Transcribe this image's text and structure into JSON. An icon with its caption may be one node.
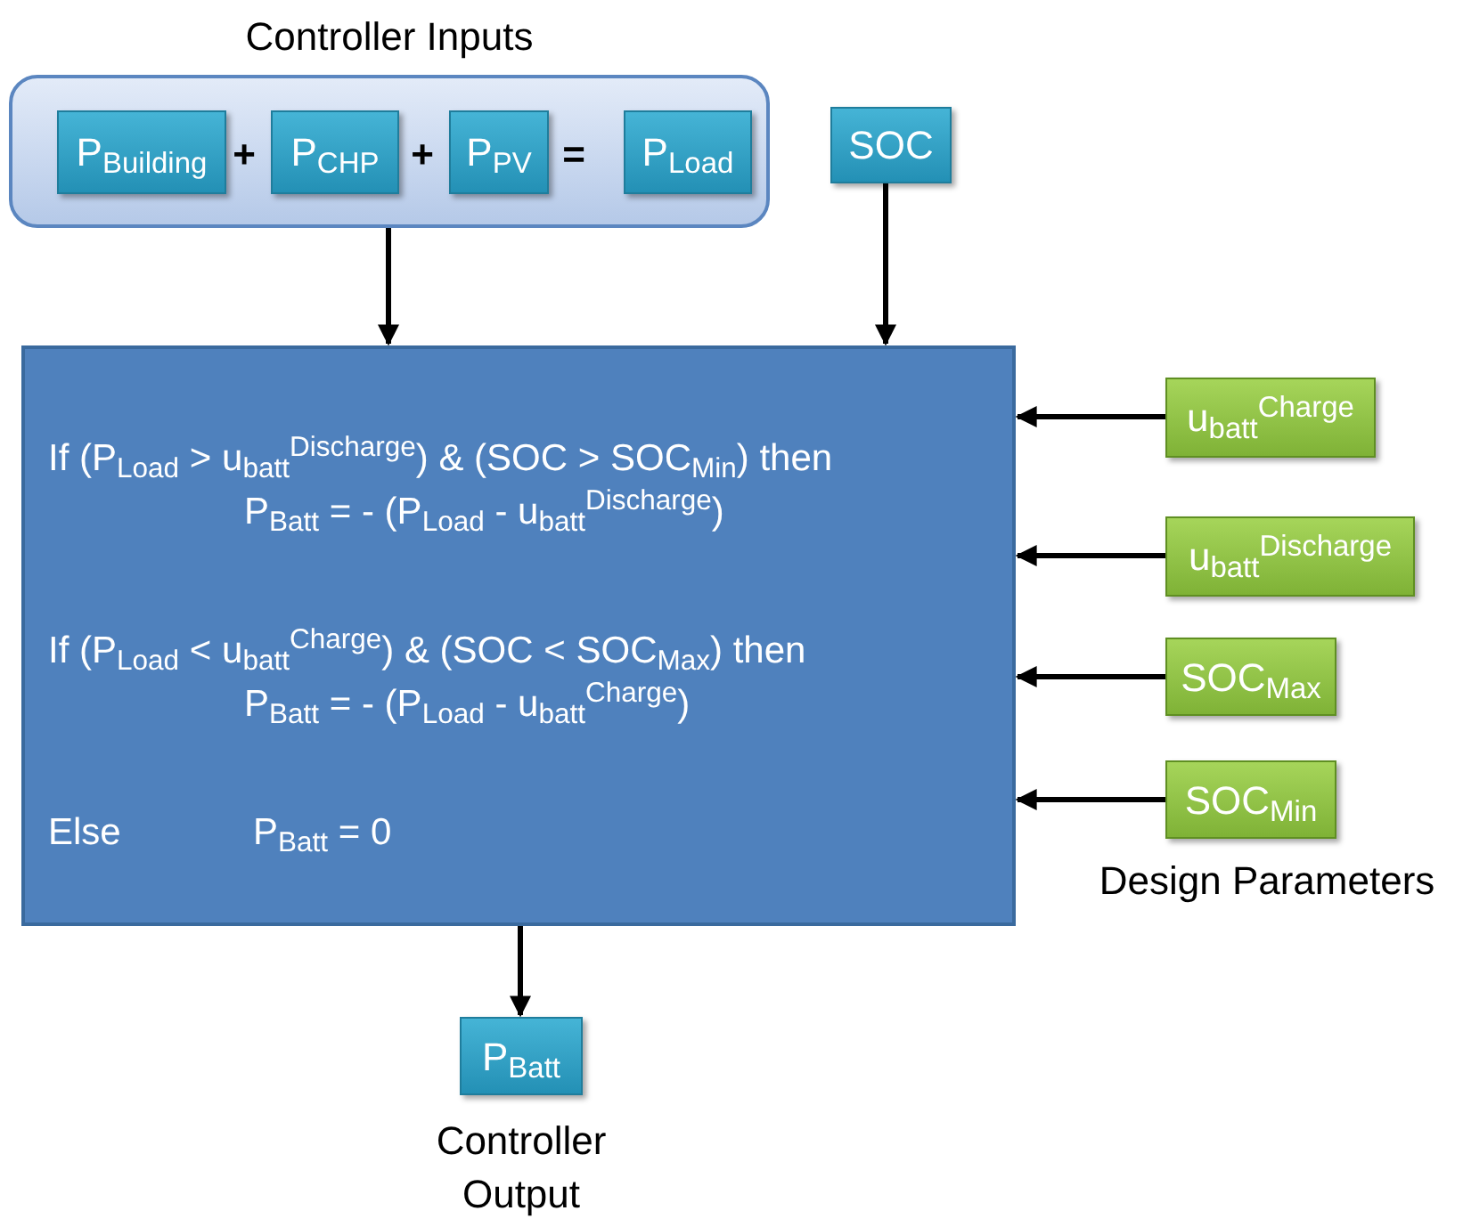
{
  "diagram": {
    "nodes": [
      {
        "text": [
          "Controller Inputs"
        ]
      },
      {
        "text": [
          "P$_{Building}$"
        ],
        "in": 0
      },
      {
        "text": [
          "P$_{CHP}$"
        ],
        "in": 0
      },
      {
        "text": [
          "P$_{PV}$"
        ],
        "in": 0
      },
      {
        "text": [
          "P$_{Load}$"
        ],
        "in": 0
      },
      {
        "text": [
          "SOC"
        ]
      },
      {
        "text": [
          "If (P$_{Load}$ > u$_{batt}$$^{Discharge}$) & (SOC > SOC$_{Min}$) then",
          "P$_{Batt}$ = - (P$_{Load}$ - u$_{batt}$$^{Discharge}$)",
          "If (P$_{Load}$ < u$_{batt}$$^{Charge}$) & (SOC < SOC$_{Max}$) then",
          "P$_{Batt}$ = - (P$_{Load}$ - u$_{batt}$$^{Charge}$)",
          "Else",
          "P$_{Batt}$ = 0"
        ]
      },
      {
        "text": [
          "u$_{batt}$$^{Charge}$"
        ]
      },
      {
        "text": [
          "u$_{batt}$$^{Discharge}$"
        ]
      },
      {
        "text": [
          "SOC$_{Max}$"
        ]
      },
      {
        "text": [
          "SOC$_{Min}$"
        ]
      },
      {
        "text": [
          "P$_{Batt}$"
        ],
        "beside": [
          "Controller Output"
        ]
      }
    ],
    "edges": [
      {
        "from": 0,
        "to": 6,
        "arrow": "to"
      },
      {
        "from": 5,
        "to": 6,
        "arrow": "to"
      },
      {
        "from": 7,
        "to": 6,
        "arrow": "to"
      },
      {
        "from": 8,
        "to": 6,
        "arrow": "to"
      },
      {
        "from": 9,
        "to": 6,
        "arrow": "to"
      },
      {
        "from": 10,
        "to": 6,
        "arrow": "to"
      },
      {
        "from": 6,
        "to": 11,
        "arrow": "to"
      }
    ],
    "labels": [
      "+",
      "+",
      "=",
      "Design Parameters"
    ]
  }
}
